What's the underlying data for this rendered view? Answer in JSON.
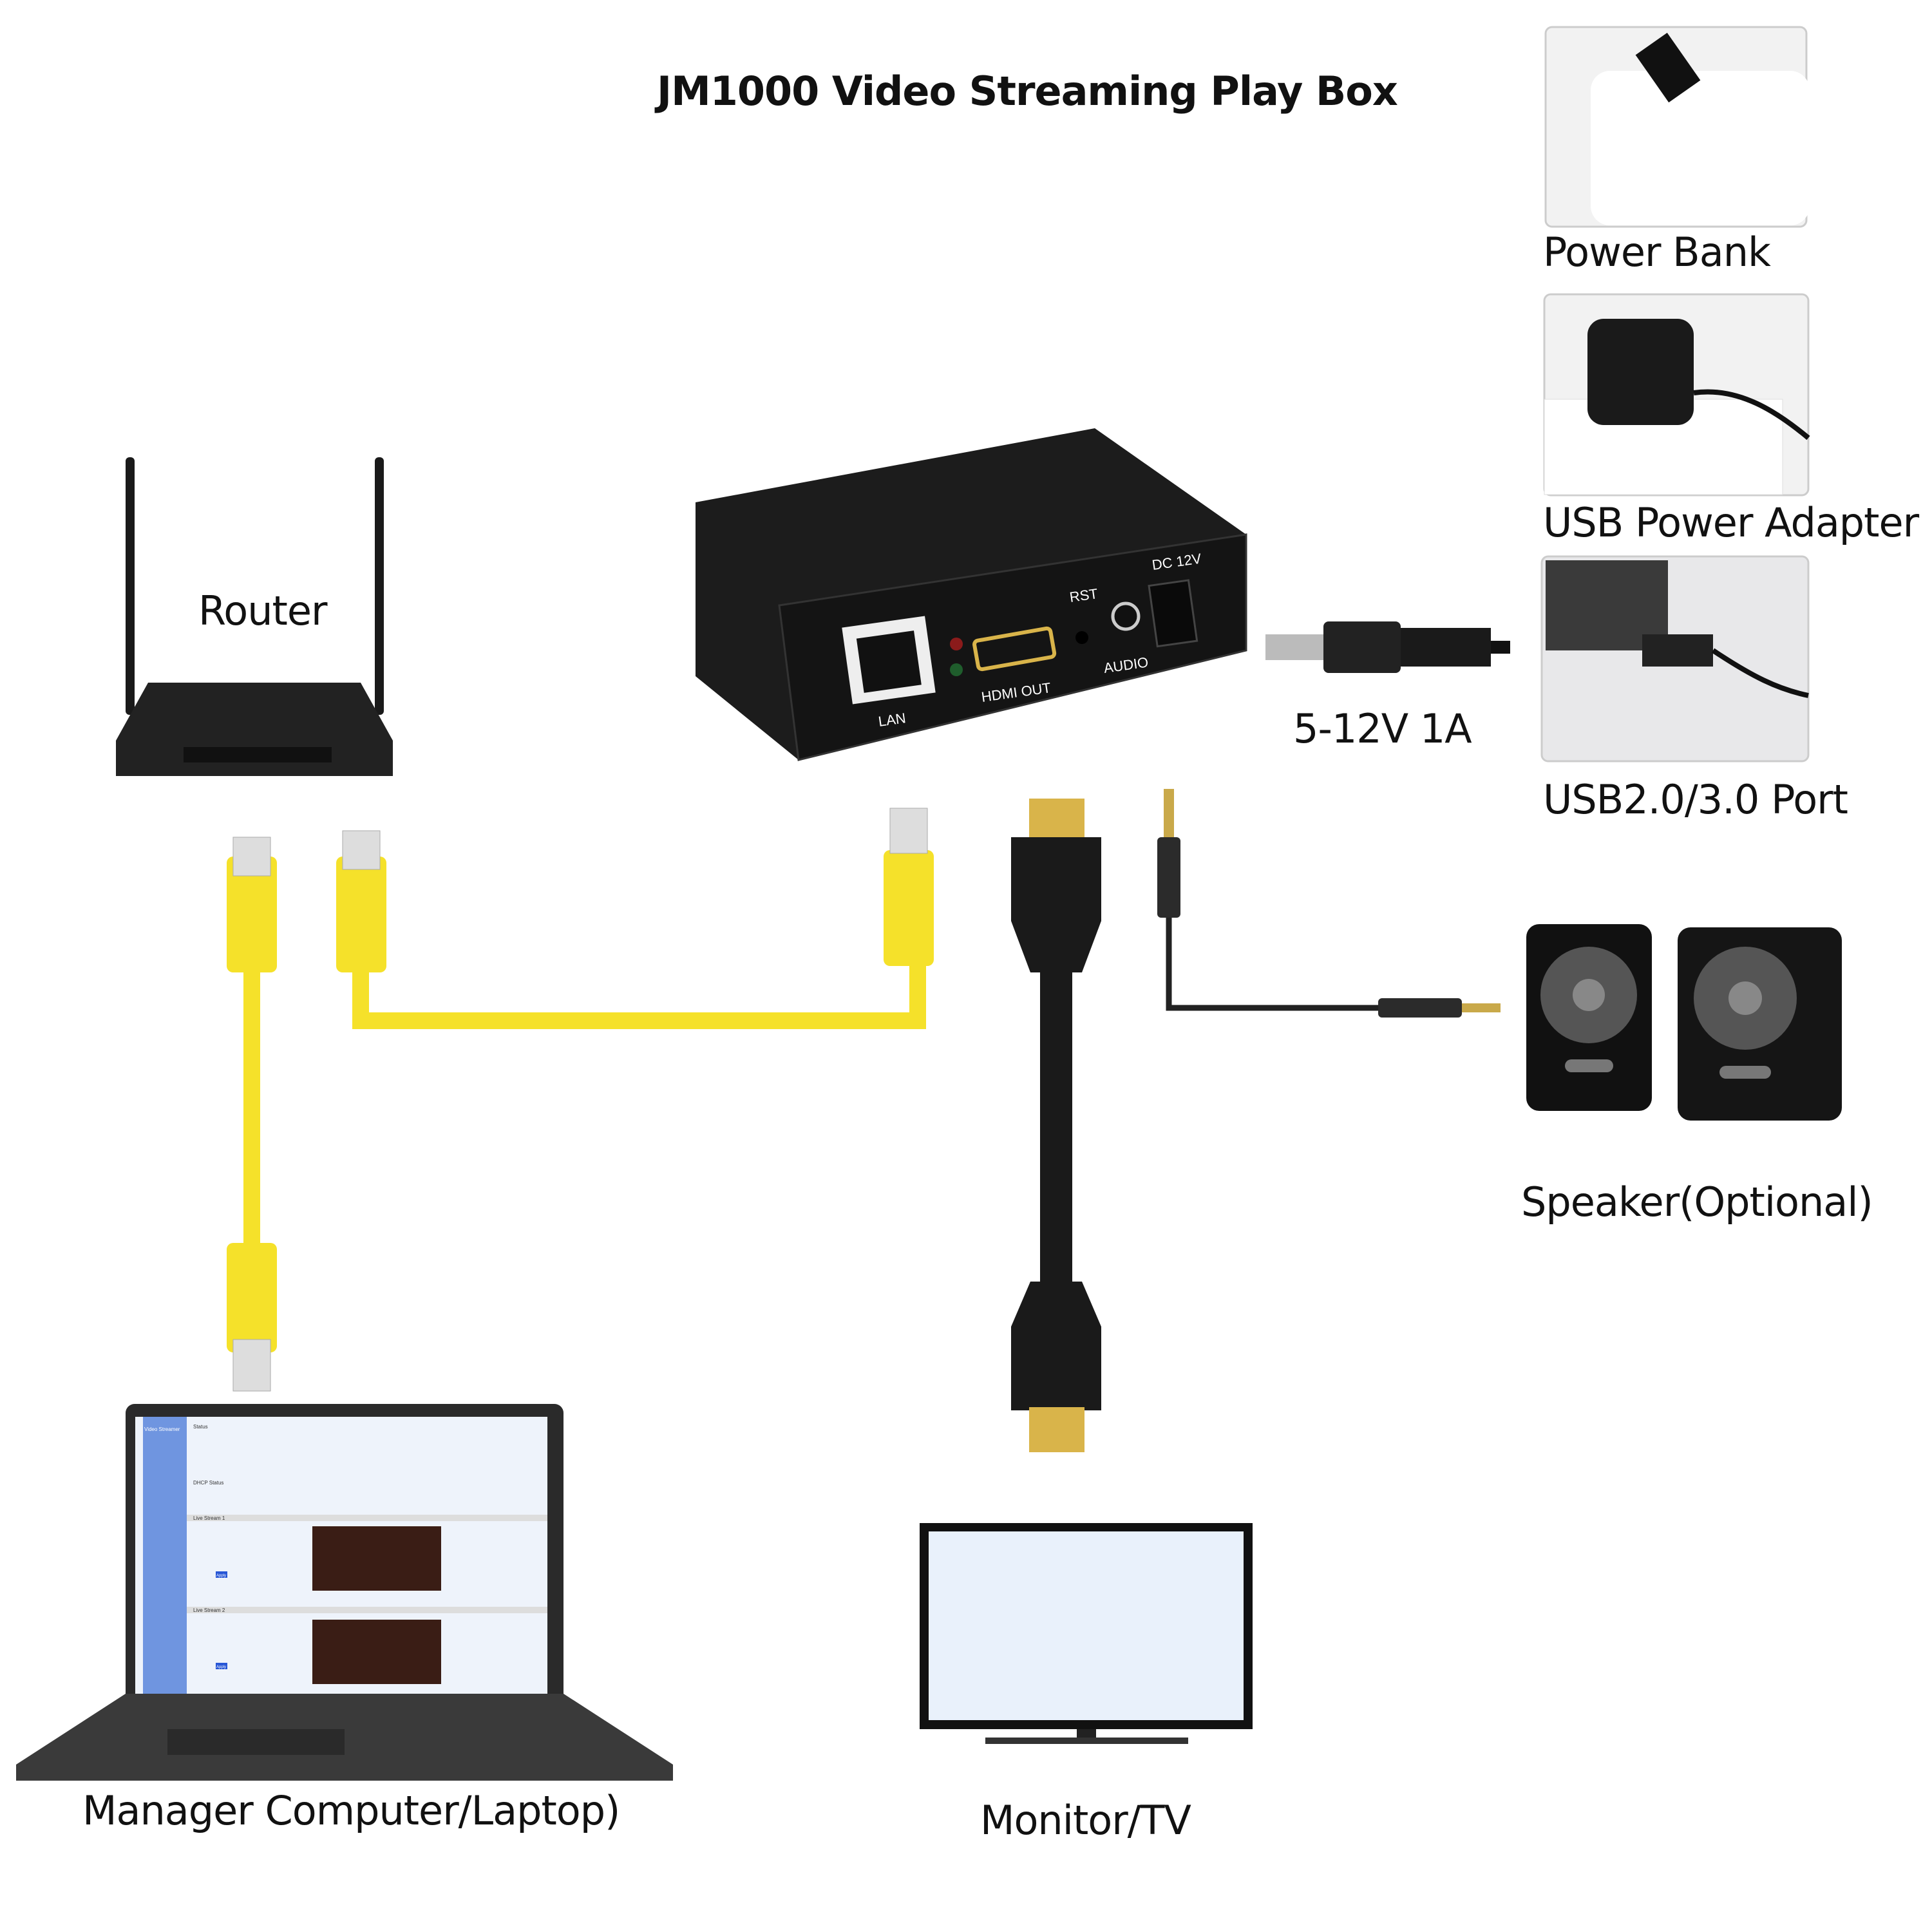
{
  "title": "JM1000 Video Streaming Play Box",
  "device": {
    "ports": {
      "lan": "LAN",
      "hdmi": "HDMI OUT",
      "rst": "RST",
      "audio": "AUDIO",
      "dc": "DC 12V"
    }
  },
  "labels": {
    "router": "Router",
    "power_bank": "Power Bank",
    "usb_adapter": "USB Power Adapter",
    "usb_port": "USB2.0/3.0 Port",
    "power_spec": "5-12V 1A",
    "speaker": "Speaker(Optional)",
    "laptop": "Manager Computer/Laptop)",
    "monitor": "Monitor/TV"
  },
  "laptop_screen": {
    "brand": "Video Streamer",
    "status_header": "Status",
    "dhcp": "DHCP Status",
    "stream1": "Live Stream 1",
    "stream2": "Live Stream 2",
    "apply": "Apply"
  },
  "colors": {
    "ethernet_cable": "#f5e12a",
    "device": "#1c1c1c",
    "hdmi_gold": "#d9b44a",
    "sidebar": "#6f95e0"
  }
}
